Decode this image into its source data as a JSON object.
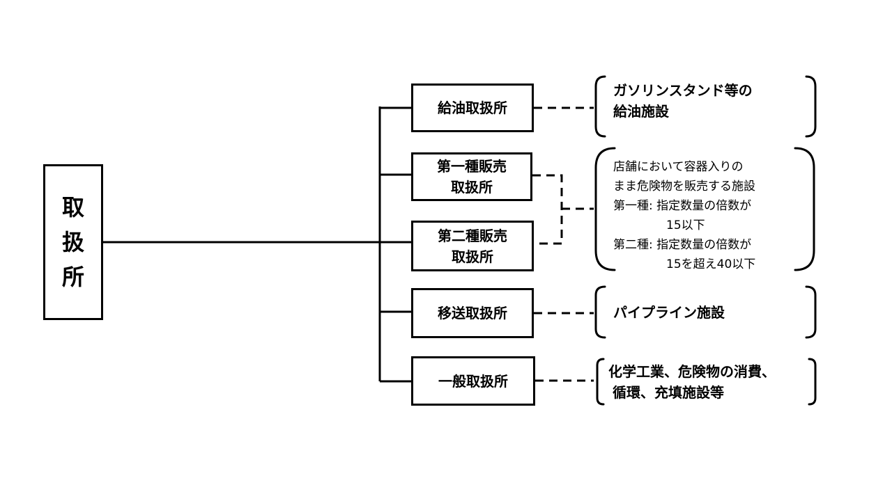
{
  "root": {
    "label_lines": [
      "取",
      "扱",
      "所"
    ]
  },
  "categories": [
    {
      "id": "kyuyu",
      "label_lines": [
        "給油取扱所"
      ],
      "description": [
        "ガソリンスタンド等の",
        "給油施設"
      ]
    },
    {
      "id": "daiichi-hanbai",
      "label_lines": [
        "第一種販売",
        "取扱所"
      ]
    },
    {
      "id": "daini-hanbai",
      "label_lines": [
        "第二種販売",
        "取扱所"
      ]
    },
    {
      "id": "isou",
      "label_lines": [
        "移送取扱所"
      ],
      "description": [
        "パイプライン施設"
      ]
    },
    {
      "id": "ippan",
      "label_lines": [
        "一般取扱所"
      ],
      "description": [
        "化学工業、危険物の消費、",
        "循環、充填施設等"
      ]
    }
  ],
  "hanbai_description": {
    "lines": [
      "店舗において容器入りの",
      "まま危険物を販売する施設",
      "第一種: 指定数量の倍数が",
      "15以下",
      "第二種: 指定数量の倍数が",
      "15を超え40以下"
    ]
  },
  "colors": {
    "line": "#000000",
    "background": "#ffffff"
  }
}
